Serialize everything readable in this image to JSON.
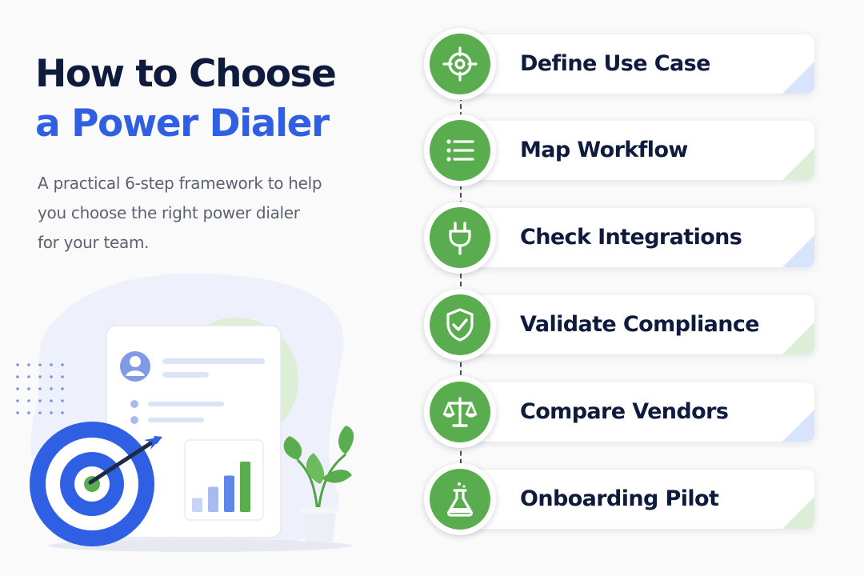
{
  "header": {
    "title_line1": "How to Choose",
    "title_line2": "a Power Dialer",
    "subtitle": "A practical 6-step framework to help you choose the right power dialer for your team."
  },
  "steps": [
    {
      "label": "Define Use Case",
      "icon": "target-icon",
      "corner": "blue"
    },
    {
      "label": "Map Workflow",
      "icon": "list-icon",
      "corner": "green"
    },
    {
      "label": "Check Integrations",
      "icon": "plug-icon",
      "corner": "blue"
    },
    {
      "label": "Validate Compliance",
      "icon": "shield-check-icon",
      "corner": "green"
    },
    {
      "label": "Compare Vendors",
      "icon": "scales-icon",
      "corner": "blue"
    },
    {
      "label": "Onboarding Pilot",
      "icon": "flask-icon",
      "corner": "green"
    }
  ],
  "colors": {
    "title_dark": "#0f1b3d",
    "title_accent": "#2f5fe3",
    "icon_green": "#5aad4e",
    "target_blue": "#2f5fe3",
    "corner_blue": "#d8e4fb",
    "corner_green": "#dcedd8"
  },
  "illustration": {
    "chart_bars": [
      0.25,
      0.45,
      0.65,
      0.9
    ]
  }
}
